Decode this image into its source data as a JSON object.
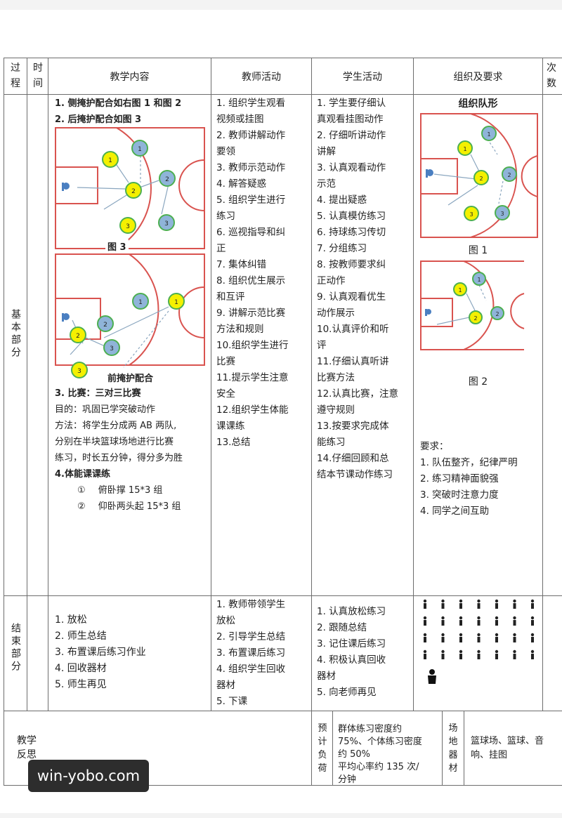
{
  "headers": {
    "process": "过程",
    "time": "时间",
    "content": "教学内容",
    "teacher": "教师活动",
    "student": "学生活动",
    "organization": "组织及要求",
    "times": "次数"
  },
  "basic": {
    "label": "基本部分",
    "content_items": [
      "1. 侧掩护配合如右图 1 和图 2",
      "2. 后掩护配合如图 3"
    ],
    "fig3_caption": "图 3",
    "front_screen_caption": "前掩护配合",
    "match_title": "3. 比赛：三对三比赛",
    "match_lines": [
      "目的：巩固已学突破动作",
      "方法：将学生分成两 AB 两队,",
      "分别在半块篮球场地进行比赛",
      "练习，时长五分钟，得分多为胜"
    ],
    "fitness_title": "4.体能课课练",
    "fitness_items": [
      {
        "num": "①",
        "text": "俯卧撑 15*3 组"
      },
      {
        "num": "②",
        "text": "仰卧两头起 15*3 组"
      }
    ],
    "teacher_lines": [
      "1. 组织学生观看",
      "视频或挂图",
      "2. 教师讲解动作",
      "要领",
      "3. 教师示范动作",
      "4. 解答疑惑",
      "5. 组织学生进行",
      "练习",
      "6. 巡视指导和纠",
      "正",
      "7. 集体纠错",
      "8. 组织优生展示",
      "和互评",
      "9. 讲解示范比赛",
      "方法和规则",
      "10.组织学生进行",
      "比赛",
      "11.提示学生注意",
      "安全",
      "12.组织学生体能",
      "课课练",
      "13.总结"
    ],
    "student_lines": [
      "1. 学生要仔细认",
      "真观看挂图动作",
      "2. 仔细听讲动作",
      "讲解",
      "3. 认真观看动作",
      "示范",
      "4. 提出疑惑",
      "5. 认真模仿练习",
      "6. 持球练习传切",
      "7. 分组练习",
      "8. 按教师要求纠",
      "正动作",
      "9. 认真观看优生",
      "动作展示",
      "10.认真评价和听",
      "评",
      "11.仔细认真听讲",
      "比赛方法",
      "12.认真比赛，注意",
      "遵守规则",
      "13.按要求完成体",
      "能练习",
      "14.仔细回顾和总",
      "结本节课动作练习"
    ],
    "org_title": "组织队形",
    "fig1_caption": "图 1",
    "fig2_caption": "图 2",
    "req_title": "要求：",
    "requirements": [
      "1. 队伍整齐，纪律严明",
      "2. 练习精神面貌强",
      "3. 突破时注意力度",
      "4. 同学之间互助"
    ]
  },
  "end": {
    "label": "结束部分",
    "content_items": [
      "1. 放松",
      "2. 师生总结",
      "3. 布置课后练习作业",
      "4. 回收器材",
      "5. 师生再见"
    ],
    "teacher_lines": [
      "1. 教师带领学生",
      "放松",
      "2. 引导学生总结",
      "3. 布置课后练习",
      "4. 组织学生回收",
      "器材",
      "5. 下课"
    ],
    "student_lines": [
      "1. 认真放松练习",
      "2. 跟随总结",
      "3. 记住课后练习",
      "4. 积极认真回收",
      "器材",
      "5. 向老师再见"
    ]
  },
  "reflection": {
    "label_lines": [
      "教学",
      "反思"
    ],
    "load_label_lines": [
      "预",
      "计",
      "负",
      "荷"
    ],
    "load_text_lines": [
      "群体练习密度约",
      "75%、个体练习密度",
      "约 50%",
      "平均心率约 135 次/",
      "分钟"
    ],
    "equip_label_lines": [
      "场",
      "地",
      "器",
      "材"
    ],
    "equip_text_lines": [
      "篮球场、篮球、音",
      "响、挂图"
    ]
  },
  "watermark": "win-yobo.com",
  "colors": {
    "court_line": "#d9534f",
    "yellow_player": "#f4f000",
    "blue_player": "#8fb4d9",
    "player_ring": "#4caf50",
    "arrow": "#8aa6bf"
  }
}
